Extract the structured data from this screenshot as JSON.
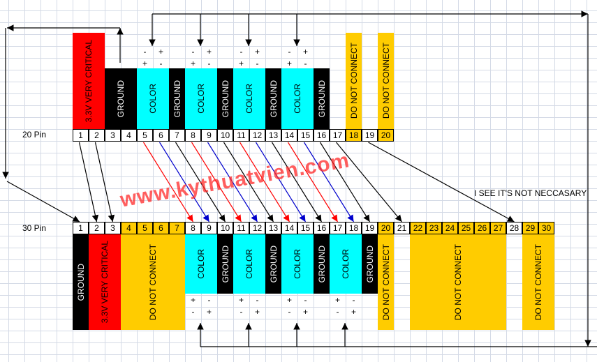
{
  "connector_20": {
    "label": "20 Pin",
    "pins": [
      1,
      2,
      3,
      4,
      5,
      6,
      7,
      8,
      9,
      10,
      11,
      12,
      13,
      14,
      15,
      16,
      17,
      18,
      19,
      20
    ],
    "highlighted_pins": [
      18,
      20
    ],
    "blocks": [
      {
        "label": "3.3V VERY CRITICAL",
        "type": "red",
        "pins": [
          1,
          2
        ]
      },
      {
        "label": "GROUND",
        "type": "ground",
        "pins": [
          3,
          4
        ]
      },
      {
        "label": "COLOR",
        "type": "color",
        "pins": [
          5,
          6
        ]
      },
      {
        "label": "GROUND",
        "type": "ground",
        "pins": [
          7,
          7
        ]
      },
      {
        "label": "COLOR",
        "type": "color",
        "pins": [
          8,
          9
        ]
      },
      {
        "label": "GROUND",
        "type": "ground",
        "pins": [
          10,
          10
        ]
      },
      {
        "label": "COLOR",
        "type": "color",
        "pins": [
          11,
          12
        ]
      },
      {
        "label": "GROUND",
        "type": "ground",
        "pins": [
          13,
          13
        ]
      },
      {
        "label": "COLOR",
        "type": "color",
        "pins": [
          14,
          15
        ]
      },
      {
        "label": "GROUND",
        "type": "ground",
        "pins": [
          16,
          16
        ]
      },
      {
        "label": "DO NOT CONNECT",
        "type": "dnc",
        "pins": [
          18,
          18
        ]
      },
      {
        "label": "DO NOT CONNECT",
        "type": "dnc",
        "pins": [
          20,
          20
        ]
      }
    ],
    "polarity_pairs": [
      [
        5,
        6
      ],
      [
        8,
        9
      ],
      [
        11,
        12
      ],
      [
        14,
        15
      ]
    ],
    "polarity_rows": [
      [
        "-",
        "+"
      ],
      [
        "+",
        "-"
      ]
    ]
  },
  "connector_30": {
    "label": "30 Pin",
    "pins": [
      1,
      2,
      3,
      4,
      5,
      6,
      7,
      8,
      9,
      10,
      11,
      12,
      13,
      14,
      15,
      16,
      17,
      18,
      19,
      20,
      21,
      22,
      23,
      24,
      25,
      26,
      27,
      28,
      29,
      30
    ],
    "highlighted_pins": [
      4,
      5,
      6,
      7,
      20,
      22,
      23,
      24,
      25,
      26,
      27,
      29,
      30
    ],
    "blocks": [
      {
        "label": "GROUND",
        "type": "ground-full",
        "pins": [
          1,
          1
        ]
      },
      {
        "label": "3.3V VERY CRITICAL",
        "type": "red",
        "pins": [
          2,
          3
        ]
      },
      {
        "label": "DO NOT CONNECT",
        "type": "dnc",
        "pins": [
          4,
          7
        ]
      },
      {
        "label": "COLOR",
        "type": "color",
        "pins": [
          8,
          9
        ]
      },
      {
        "label": "GROUND",
        "type": "ground",
        "pins": [
          10,
          10
        ]
      },
      {
        "label": "COLOR",
        "type": "color",
        "pins": [
          11,
          12
        ]
      },
      {
        "label": "GROUND",
        "type": "ground",
        "pins": [
          13,
          13
        ]
      },
      {
        "label": "COLOR",
        "type": "color",
        "pins": [
          14,
          15
        ]
      },
      {
        "label": "GROUND",
        "type": "ground",
        "pins": [
          16,
          16
        ]
      },
      {
        "label": "COLOR",
        "type": "color",
        "pins": [
          17,
          18
        ]
      },
      {
        "label": "GROUND",
        "type": "ground",
        "pins": [
          19,
          19
        ]
      },
      {
        "label": "DO NOT CONNECT",
        "type": "dnc",
        "pins": [
          20,
          20
        ]
      },
      {
        "label": "DO NOT CONNECT",
        "type": "dnc",
        "pins": [
          22,
          27
        ]
      },
      {
        "label": "DO NOT CONNECT",
        "type": "dnc",
        "pins": [
          29,
          30
        ]
      }
    ],
    "polarity_pairs": [
      [
        8,
        9
      ],
      [
        11,
        12
      ],
      [
        14,
        15
      ],
      [
        17,
        18
      ]
    ],
    "polarity_rows": [
      [
        "+",
        "-"
      ],
      [
        "-",
        "+"
      ]
    ]
  },
  "connections": [
    {
      "from": 1,
      "to": 2,
      "color": "#000000"
    },
    {
      "from": 2,
      "to": 3,
      "color": "#000000"
    },
    {
      "from": 5,
      "to": 8,
      "color": "#ff0000"
    },
    {
      "from": 6,
      "to": 9,
      "color": "#0000cc"
    },
    {
      "from": 7,
      "to": 10,
      "color": "#000000"
    },
    {
      "from": 8,
      "to": 11,
      "color": "#ff0000"
    },
    {
      "from": 9,
      "to": 12,
      "color": "#0000cc"
    },
    {
      "from": 10,
      "to": 13,
      "color": "#000000"
    },
    {
      "from": 11,
      "to": 14,
      "color": "#ff0000"
    },
    {
      "from": 12,
      "to": 15,
      "color": "#0000cc"
    },
    {
      "from": 13,
      "to": 16,
      "color": "#000000"
    },
    {
      "from": 14,
      "to": 17,
      "color": "#ff0000"
    },
    {
      "from": 15,
      "to": 18,
      "color": "#0000cc"
    },
    {
      "from": 16,
      "to": 19,
      "color": "#000000"
    },
    {
      "from": 17,
      "to": 21,
      "color": "#000000"
    },
    {
      "from": 19,
      "to": 28,
      "color": "#000000"
    }
  ],
  "note": "I SEE IT'S NOT NECCASARY",
  "watermark": "www.kythuatvien.com"
}
